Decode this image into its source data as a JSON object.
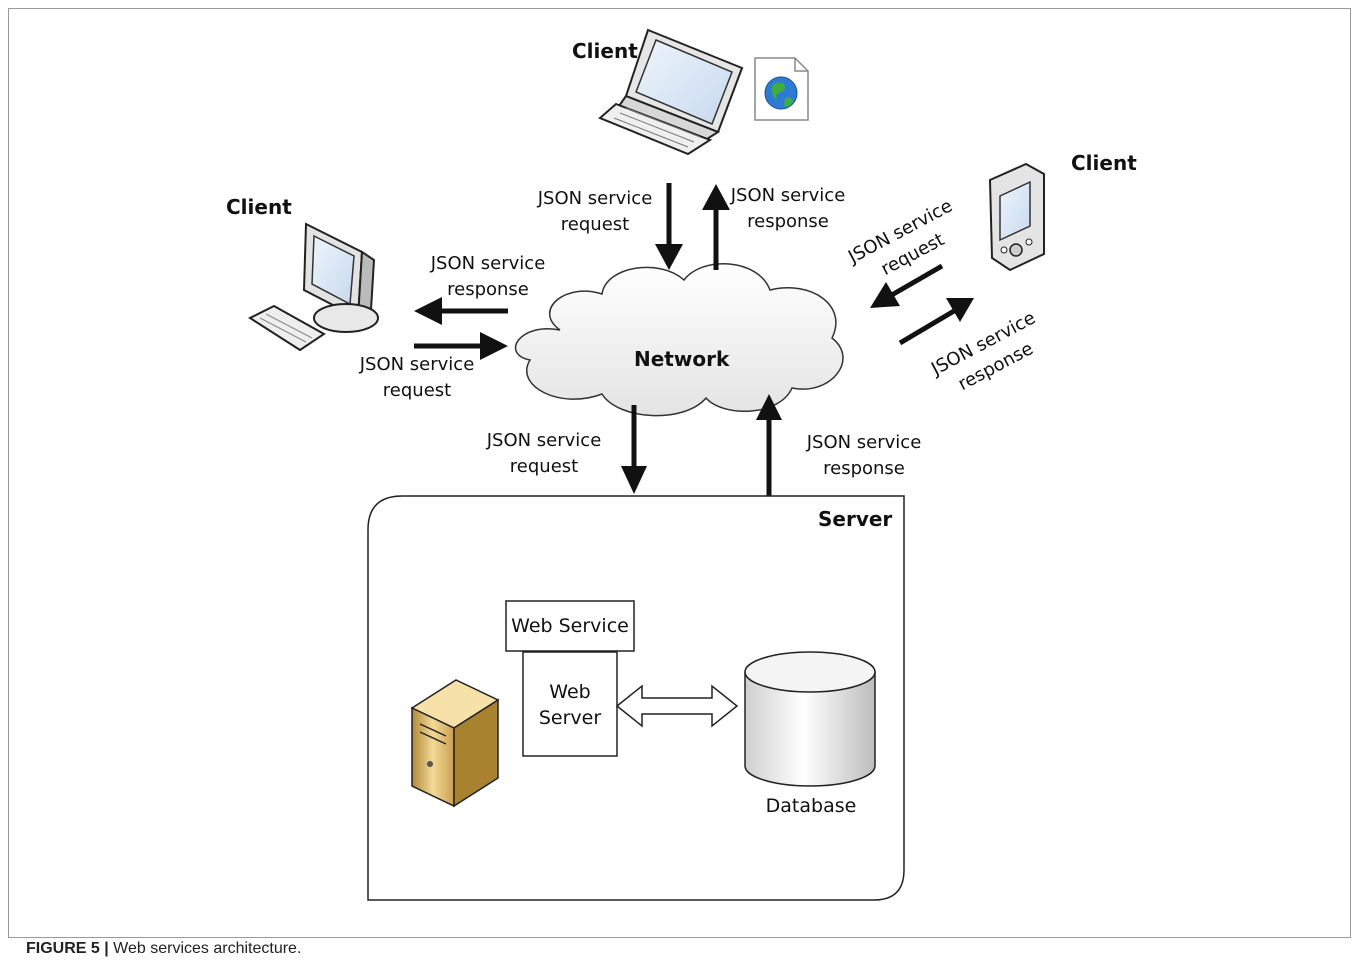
{
  "clients": {
    "laptop_label": "Client",
    "desktop_label": "Client",
    "mobile_label": "Client"
  },
  "network": {
    "label": "Network"
  },
  "messages": {
    "laptop_request": [
      "JSON service",
      "request"
    ],
    "laptop_response": [
      "JSON service",
      "response"
    ],
    "desktop_response": [
      "JSON service",
      "response"
    ],
    "desktop_request": [
      "JSON service",
      "request"
    ],
    "mobile_request": [
      "JSON service",
      "request"
    ],
    "mobile_response": [
      "JSON service",
      "response"
    ],
    "server_request": [
      "JSON service",
      "request"
    ],
    "server_response": [
      "JSON service",
      "response"
    ]
  },
  "server": {
    "label": "Server",
    "web_service": "Web Service",
    "web_server": [
      "Web",
      "Server"
    ],
    "database": "Database"
  },
  "caption": {
    "label": "FIGURE 5 |",
    "text": " Web services architecture."
  }
}
